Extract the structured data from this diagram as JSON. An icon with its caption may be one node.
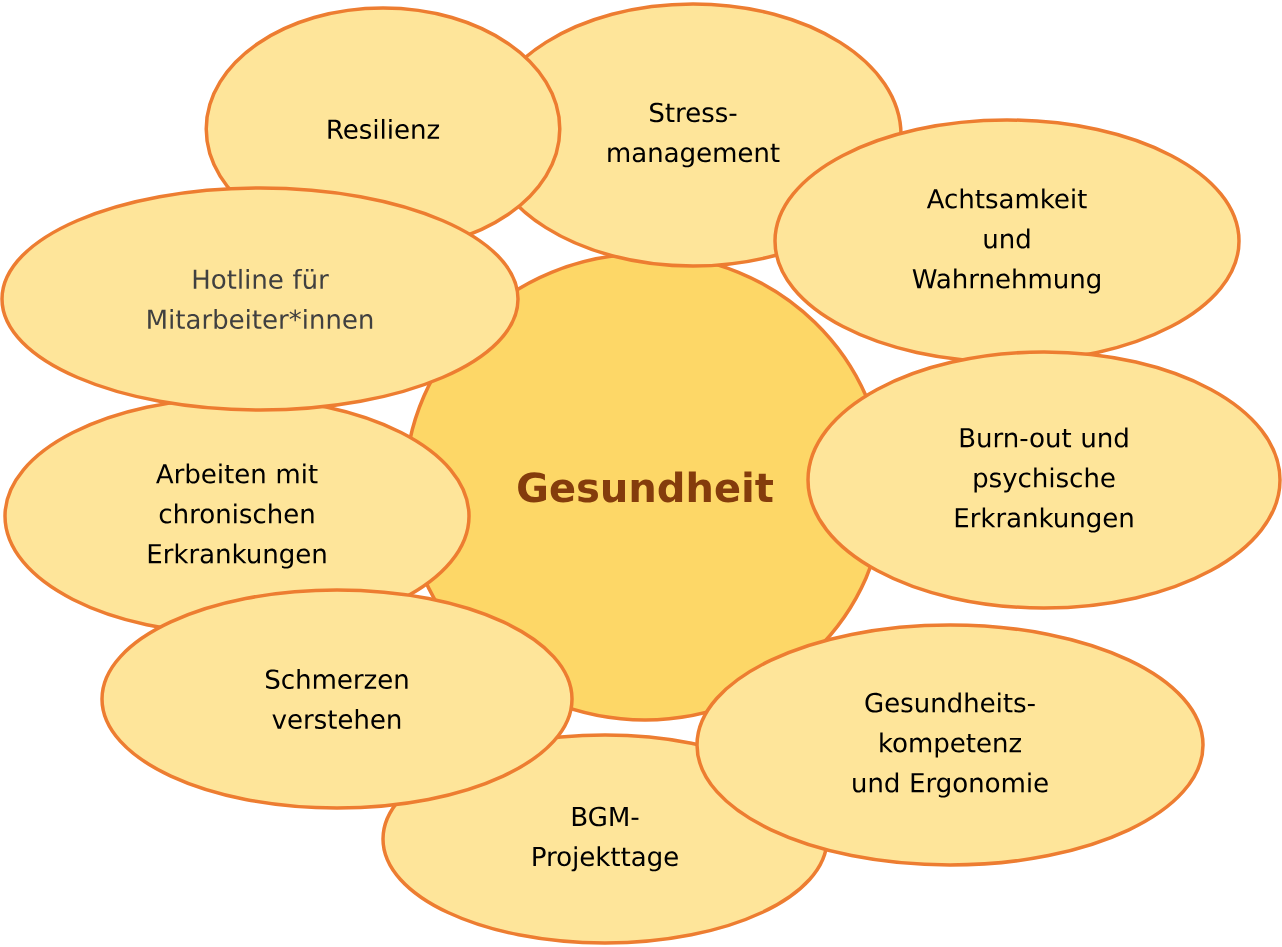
{
  "diagram": {
    "nodes": [
      {
        "text": [
          "Resilienz"
        ]
      },
      {
        "text": [
          "Stress- management"
        ]
      },
      {
        "text": [
          "Achtsamkeit und Wahrnehmung"
        ]
      },
      {
        "text": [
          "Hotline für Mitarbeiter*innen"
        ]
      },
      {
        "text": [
          "Gesundheit"
        ]
      },
      {
        "text": [
          "Burn-out und psychische Erkrankungen"
        ]
      },
      {
        "text": [
          "Arbeiten mit chronischen Erkrankungen"
        ]
      },
      {
        "text": [
          "Schmerzen verstehen"
        ]
      },
      {
        "text": [
          "Gesundheits- kompetenz und Ergonomie"
        ]
      },
      {
        "text": [
          "BGM- Projekttage"
        ]
      }
    ]
  }
}
